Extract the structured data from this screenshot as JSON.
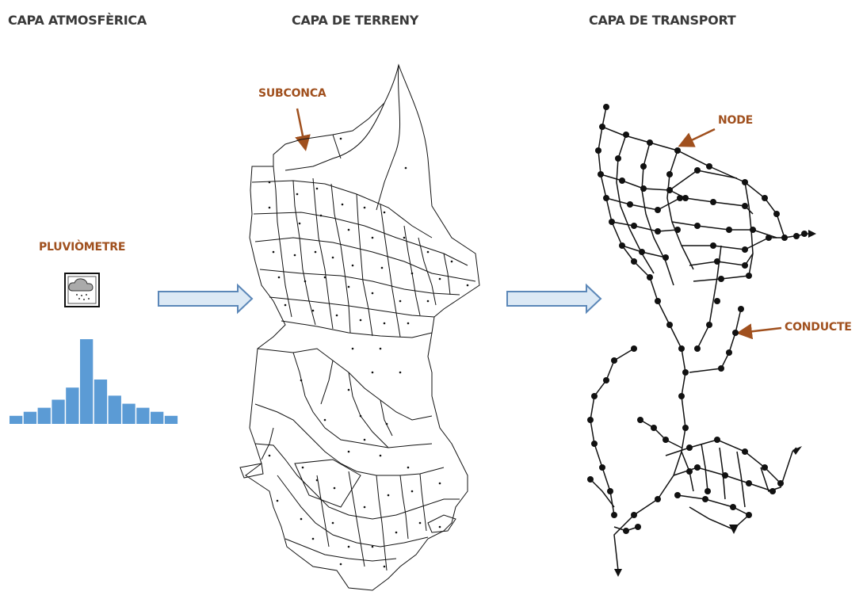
{
  "headers": {
    "atmosphere": "CAPA ATMOSFÈRICA",
    "terrain": "CAPA DE TERRENY",
    "transport": "CAPA DE TRANSPORT"
  },
  "labels": {
    "rain_gauge": "PLUVIÒMETRE",
    "subcatchment": "SUBCONCA",
    "node": "NODE",
    "conduit": "CONDUCTE"
  },
  "hyetograph": {
    "values": [
      2,
      3,
      4,
      6,
      9,
      21,
      11,
      7,
      5,
      4,
      3,
      2
    ],
    "max": 22
  },
  "colors": {
    "bar": "#5b9bd5",
    "arrow_fill": "#dce9f5",
    "arrow_stroke": "#5b87b8",
    "label": "#a0501e",
    "line": "#111111"
  },
  "icons": {
    "rain_gauge": "rain-cloud-icon",
    "flow_arrow": "right-block-arrow-icon"
  }
}
